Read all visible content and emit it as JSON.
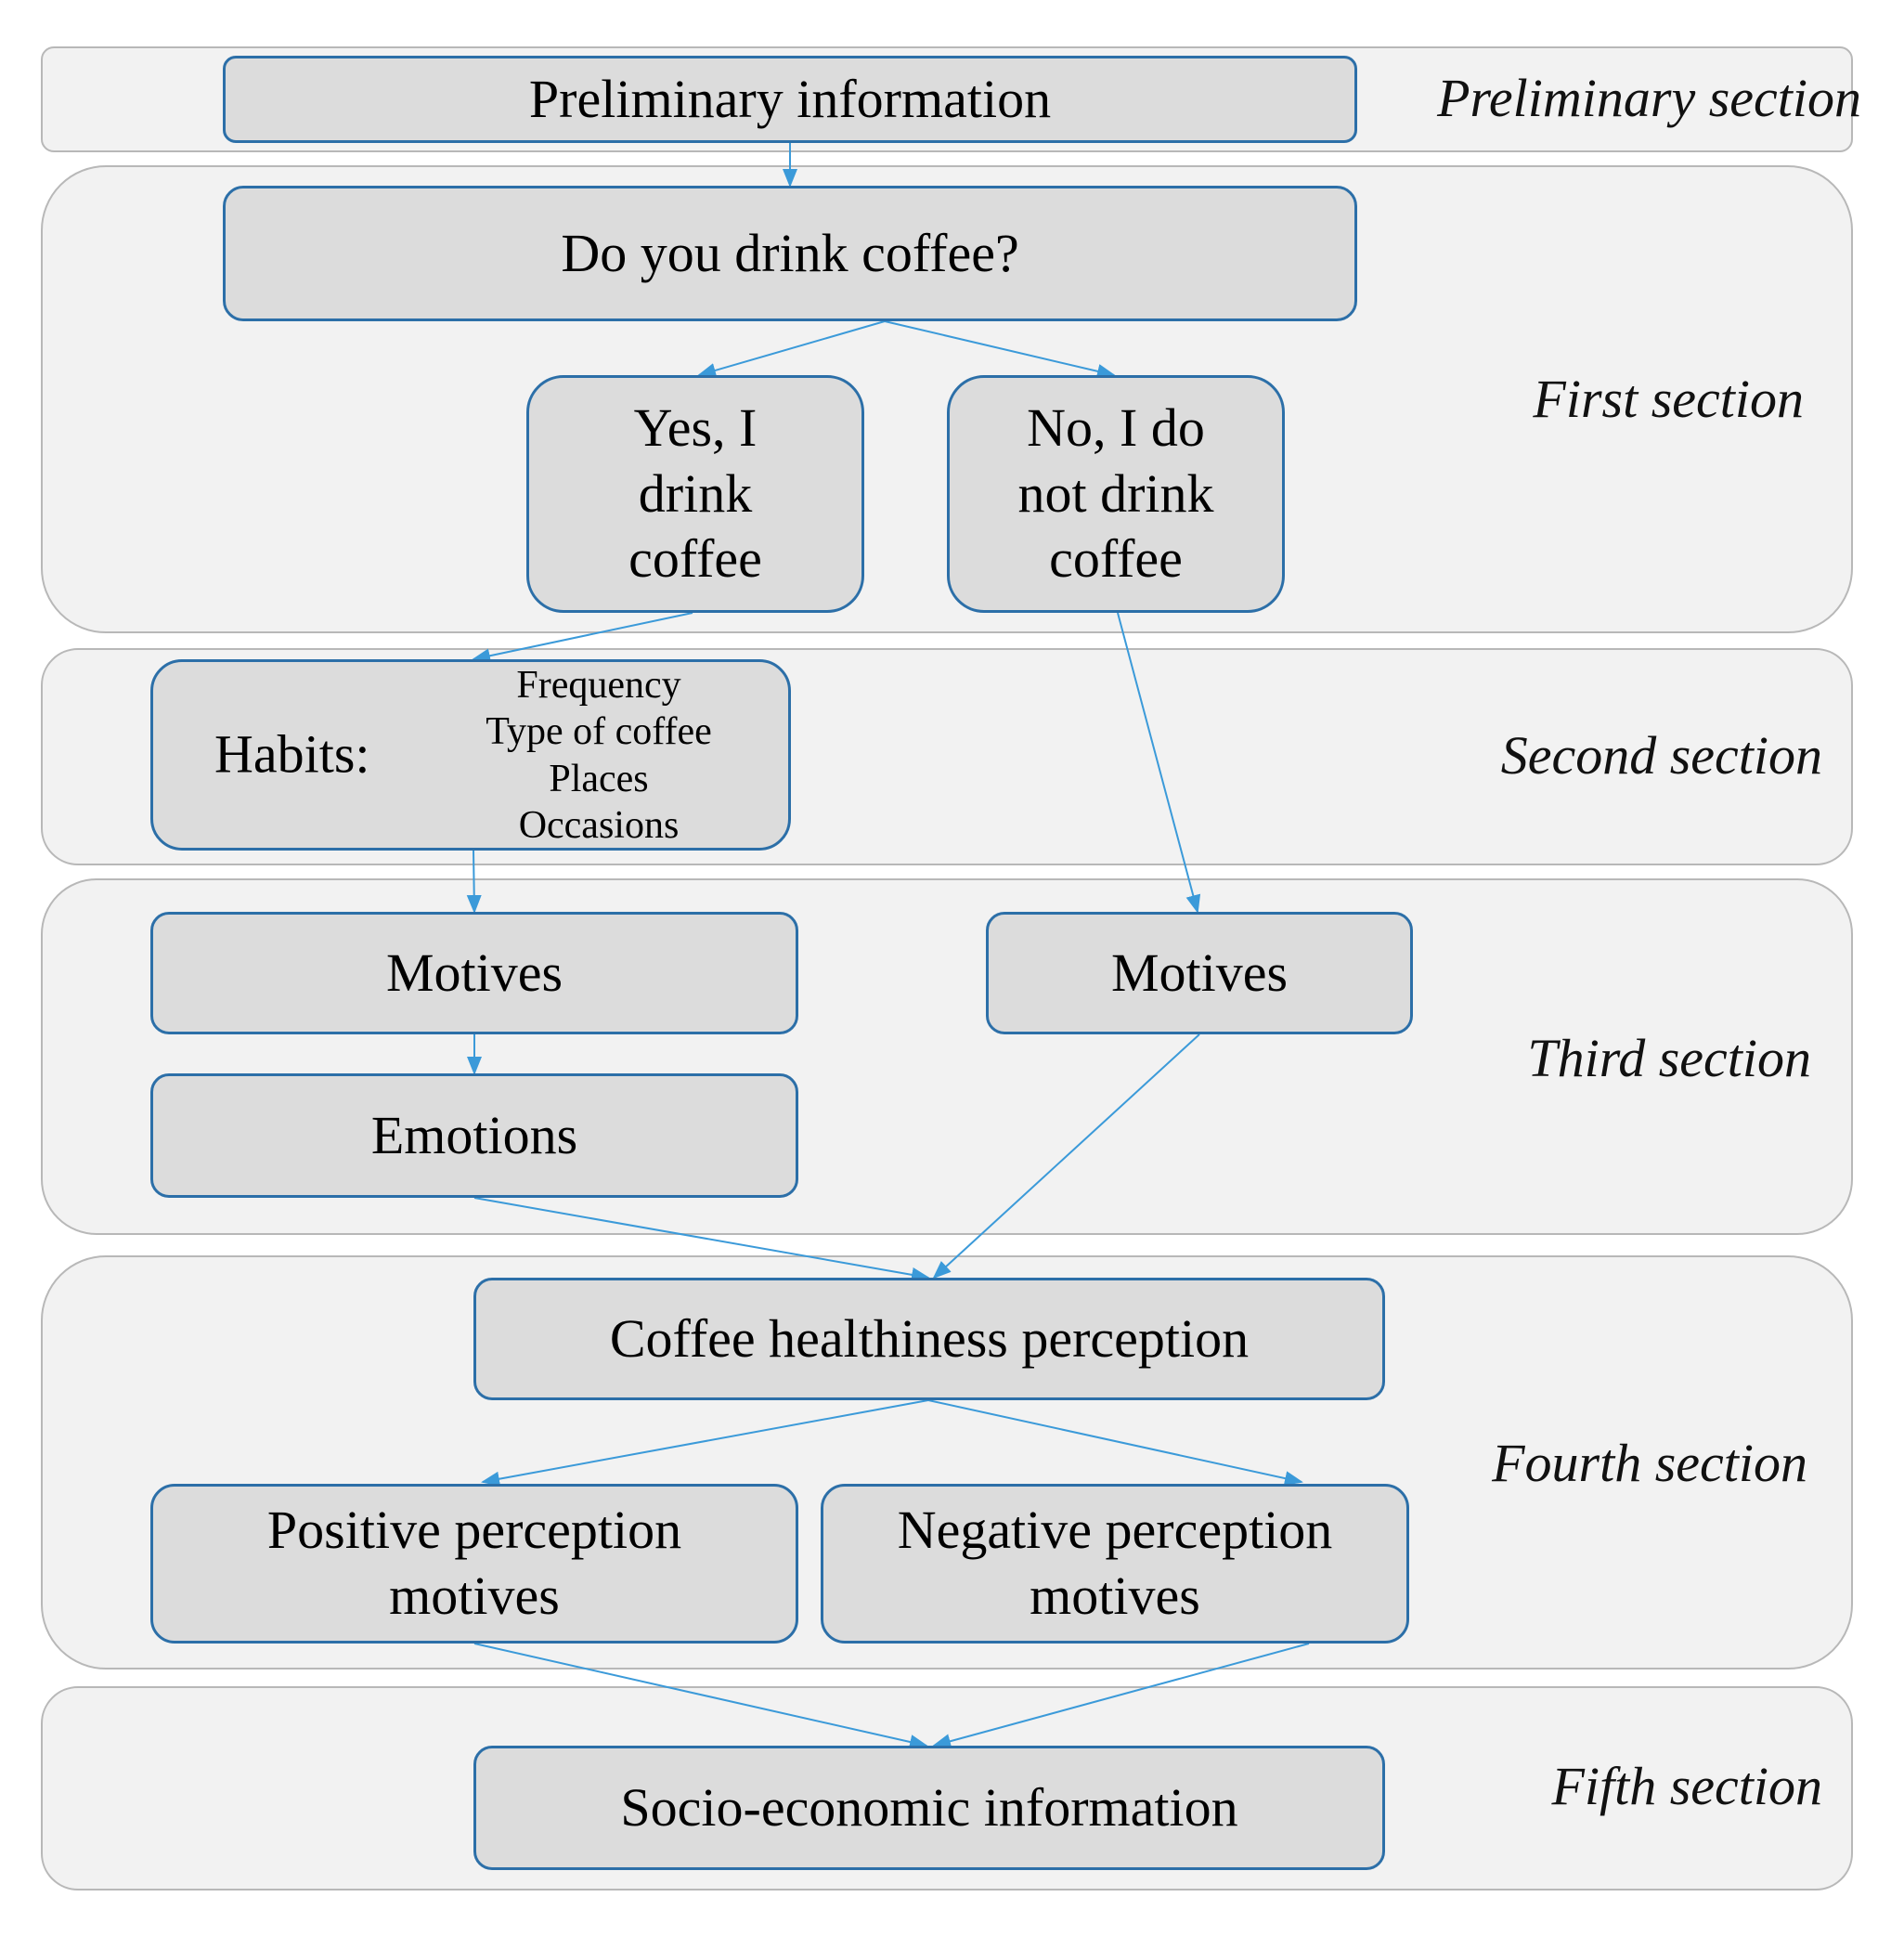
{
  "sections": {
    "preliminary": "Preliminary section",
    "first": "First section",
    "second": "Second section",
    "third": "Third section",
    "fourth": "Fourth section",
    "fifth": "Fifth section"
  },
  "nodes": {
    "preliminary_info": "Preliminary information",
    "question": "Do you drink coffee?",
    "yes": "Yes, I\ndrink\ncoffee",
    "no": "No, I do\nnot drink\ncoffee",
    "habits_label": "Habits:",
    "habits_items": [
      "Frequency",
      "Type of coffee",
      "Places",
      "Occasions"
    ],
    "motives_drinkers": "Motives",
    "emotions": "Emotions",
    "motives_non_drinkers": "Motives",
    "healthiness": "Coffee healthiness perception",
    "positive": "Positive perception\nmotives",
    "negative": "Negative perception\nmotives",
    "socio": "Socio-economic information"
  },
  "colors": {
    "band_fill": "#f2f2f2",
    "band_border": "#b8b8b8",
    "node_fill": "#dcdcdc",
    "node_border": "#2c6fa8",
    "arrow": "#3b9ad9"
  }
}
